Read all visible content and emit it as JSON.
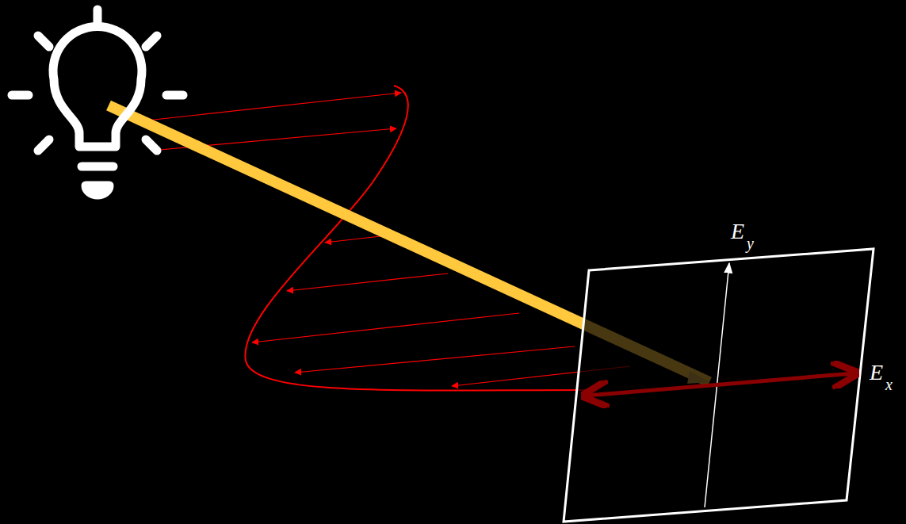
{
  "diagram": {
    "labels": [
      "E",
      "y",
      "E",
      "x"
    ]
  }
}
